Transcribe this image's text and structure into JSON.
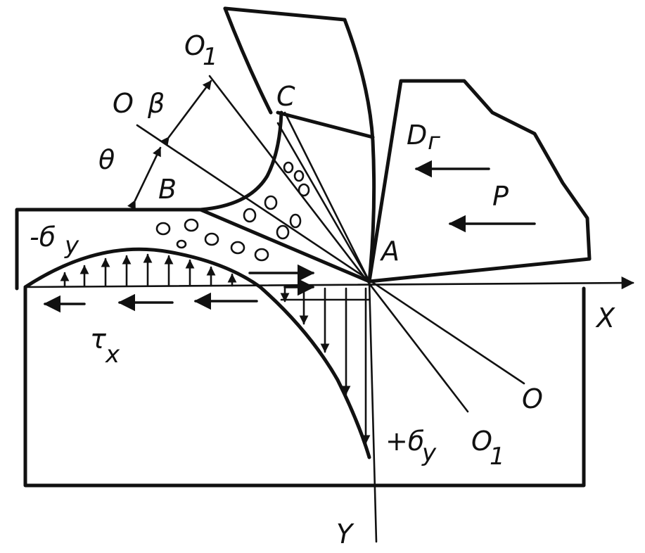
{
  "labels": {
    "o1_top": "O",
    "o1_top_sub": "1",
    "o_top": "O",
    "beta": "β",
    "theta": "θ",
    "c": "C",
    "b": "B",
    "a": "A",
    "d_gamma": "D",
    "d_gamma_sub": "г",
    "p": "P",
    "neg_sigma_y": "-б",
    "neg_sigma_y_sub": "y",
    "tau_x": "τ",
    "tau_x_sub": "x",
    "pos_sigma_y": "+б",
    "pos_sigma_y_sub": "y",
    "x_axis": "X",
    "y_axis": "Y",
    "o_bottom": "O",
    "o1_bottom": "O",
    "o1_bottom_sub": "1"
  }
}
